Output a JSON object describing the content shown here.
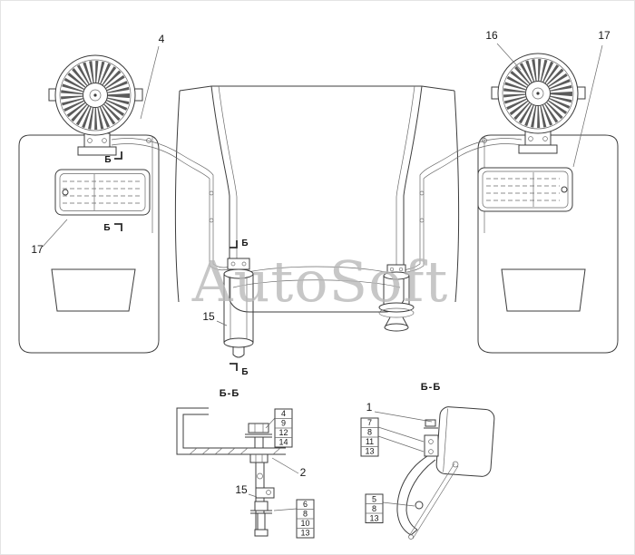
{
  "watermark": "AutoSoft",
  "sections": {
    "mark": "Б",
    "detail_left_title": "Б-Б",
    "detail_right_title": "Б-Б"
  },
  "callouts": {
    "fan_left": "4",
    "fan_right": "16",
    "lamp_right": "17",
    "lamp_left": "17",
    "horn_center": "15",
    "detail_left": {
      "stack_top": [
        "4",
        "9",
        "12",
        "14"
      ],
      "bracket": "2",
      "horn": "15",
      "stack_bottom": [
        "6",
        "8",
        "10",
        "13"
      ]
    },
    "detail_right": {
      "lamp": "1",
      "stack_top": [
        "7",
        "8",
        "11",
        "13"
      ],
      "stack_bottom": [
        "5",
        "8",
        "13"
      ]
    }
  }
}
